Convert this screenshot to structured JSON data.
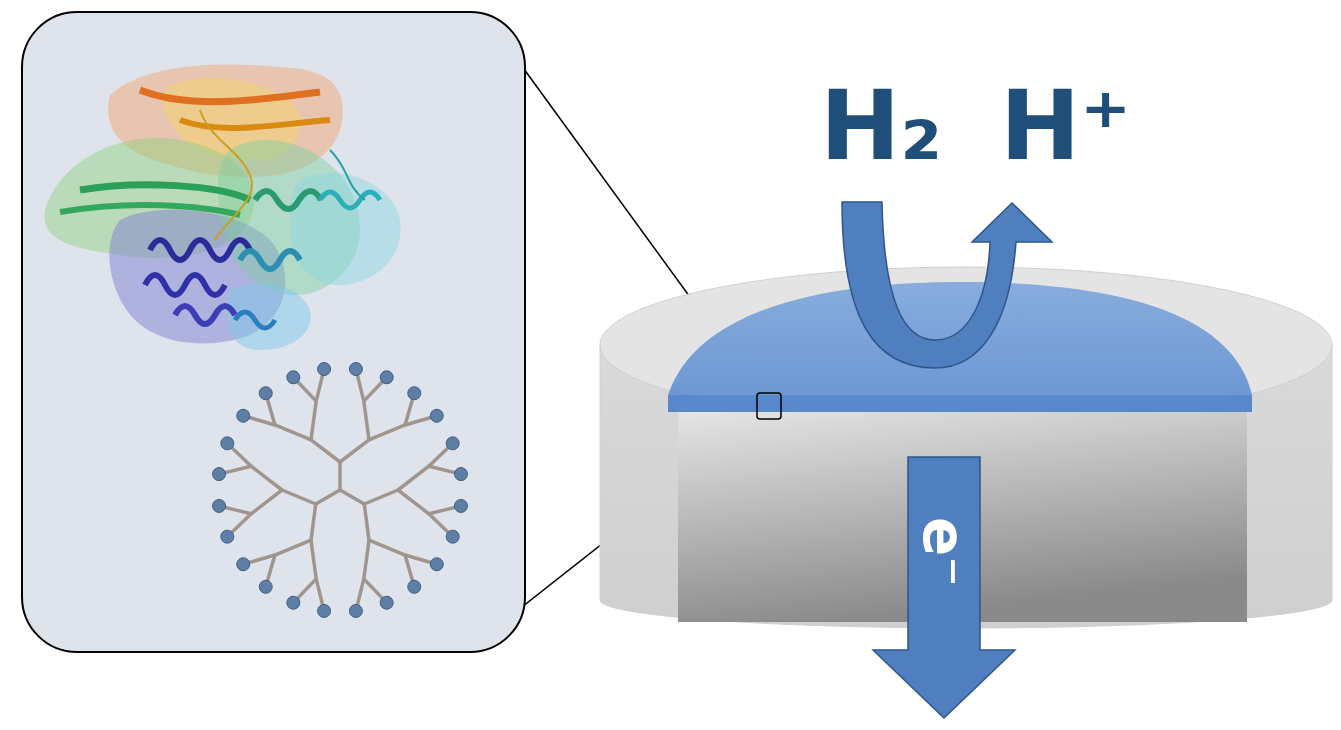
{
  "diagram": {
    "labels": [
      "H₂",
      "H⁺",
      "e⁻"
    ]
  }
}
